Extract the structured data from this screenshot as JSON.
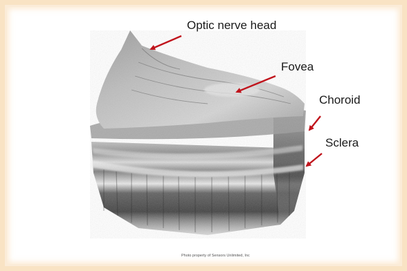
{
  "labels": {
    "optic_nerve_head": "Optic nerve head",
    "fovea": "Fovea",
    "choroid": "Choroid",
    "sclera": "Sclera"
  },
  "credit": "Photo property of Sensors Unlimited, Inc",
  "colors": {
    "frame": "#f9e3c4",
    "arrow": "#c0141c",
    "tissue_light": "#c9c9c9",
    "tissue_dark": "#2e2e2e"
  }
}
